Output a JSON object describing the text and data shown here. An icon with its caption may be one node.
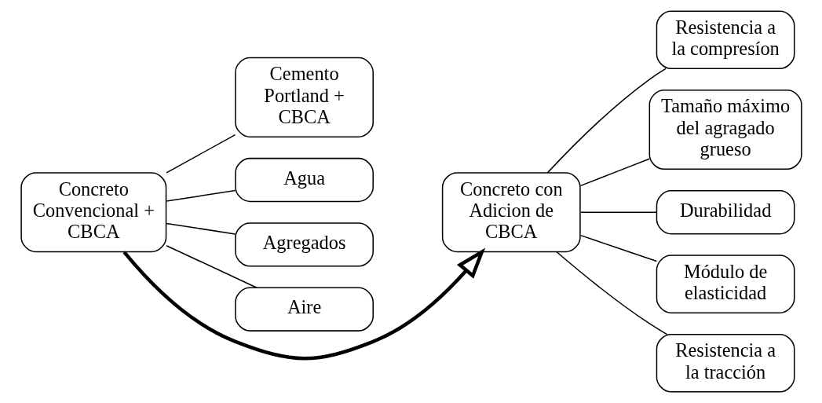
{
  "diagram": {
    "nodes": [
      {
        "text": [
          "Concreto Convencional + CBCA"
        ]
      },
      {
        "text": [
          "Cemento Portland + CBCA"
        ]
      },
      {
        "text": [
          "Agua"
        ]
      },
      {
        "text": [
          "Agregados"
        ]
      },
      {
        "text": [
          "Aire"
        ]
      },
      {
        "text": [
          "Concreto con Adicion de CBCA"
        ]
      },
      {
        "text": [
          "Resistencia a la compresíon"
        ]
      },
      {
        "text": [
          "Tamaño máximo del agragado grueso"
        ]
      },
      {
        "text": [
          "Durabilidad"
        ]
      },
      {
        "text": [
          "Módulo de elasticidad"
        ]
      },
      {
        "text": [
          "Resistencia a la tracción"
        ]
      }
    ],
    "edges": [
      {
        "from": 0,
        "to": 1,
        "arrow": "none"
      },
      {
        "from": 0,
        "to": 2,
        "arrow": "none"
      },
      {
        "from": 0,
        "to": 3,
        "arrow": "none"
      },
      {
        "from": 0,
        "to": 4,
        "arrow": "none"
      },
      {
        "from": 0,
        "to": 5,
        "arrow": "to",
        "style": "thick"
      },
      {
        "from": 5,
        "to": 6,
        "arrow": "none"
      },
      {
        "from": 5,
        "to": 7,
        "arrow": "none"
      },
      {
        "from": 5,
        "to": 8,
        "arrow": "none"
      },
      {
        "from": 5,
        "to": 9,
        "arrow": "none"
      },
      {
        "from": 5,
        "to": 10,
        "arrow": "none"
      }
    ]
  }
}
